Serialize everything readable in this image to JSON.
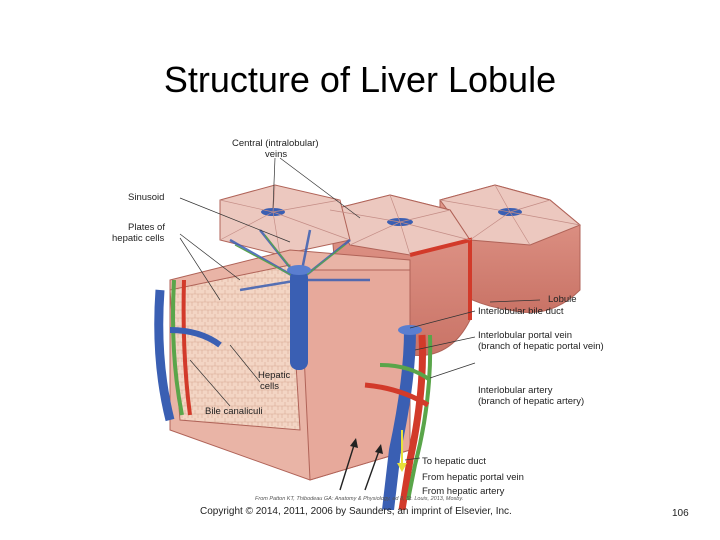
{
  "slide": {
    "title": "Structure of Liver Lobule",
    "copyright": "Copyright © 2014, 2011, 2006 by Saunders, an imprint of Elsevier, Inc.",
    "page_number": "106"
  },
  "figure": {
    "credit": "From Patton KT, Thibodeau GA: Anatomy & Physiology, ed 8, St. Louis, 2013, Mosby.",
    "labels": {
      "central_vein_1": "Central (intralobular)",
      "central_vein_2": "veins",
      "sinusoid": "Sinusoid",
      "plates_1": "Plates of",
      "plates_2": "hepatic cells",
      "lobule": "Lobule",
      "bile_duct": "Interlobular bile duct",
      "portal_vein_1": "Interlobular portal vein",
      "portal_vein_2": "(branch of hepatic portal vein)",
      "artery_1": "Interlobular artery",
      "artery_2": "(branch of hepatic artery)",
      "hepatic_cells_1": "Hepatic",
      "hepatic_cells_2": "cells",
      "bile_canaliculi": "Bile canaliculi",
      "to_hepatic_duct": "To hepatic duct",
      "from_portal_vein": "From hepatic portal vein",
      "from_hepatic_artery": "From hepatic artery"
    },
    "colors": {
      "lobule_top": "#e9c3ba",
      "lobule_side": "#d98f84",
      "vein_blue": "#3a5fb3",
      "artery_red": "#d23a2a",
      "bile_green": "#5aa54a",
      "cells_bg": "#f3d5c4",
      "yellow_arrow": "#e8e23a"
    }
  }
}
